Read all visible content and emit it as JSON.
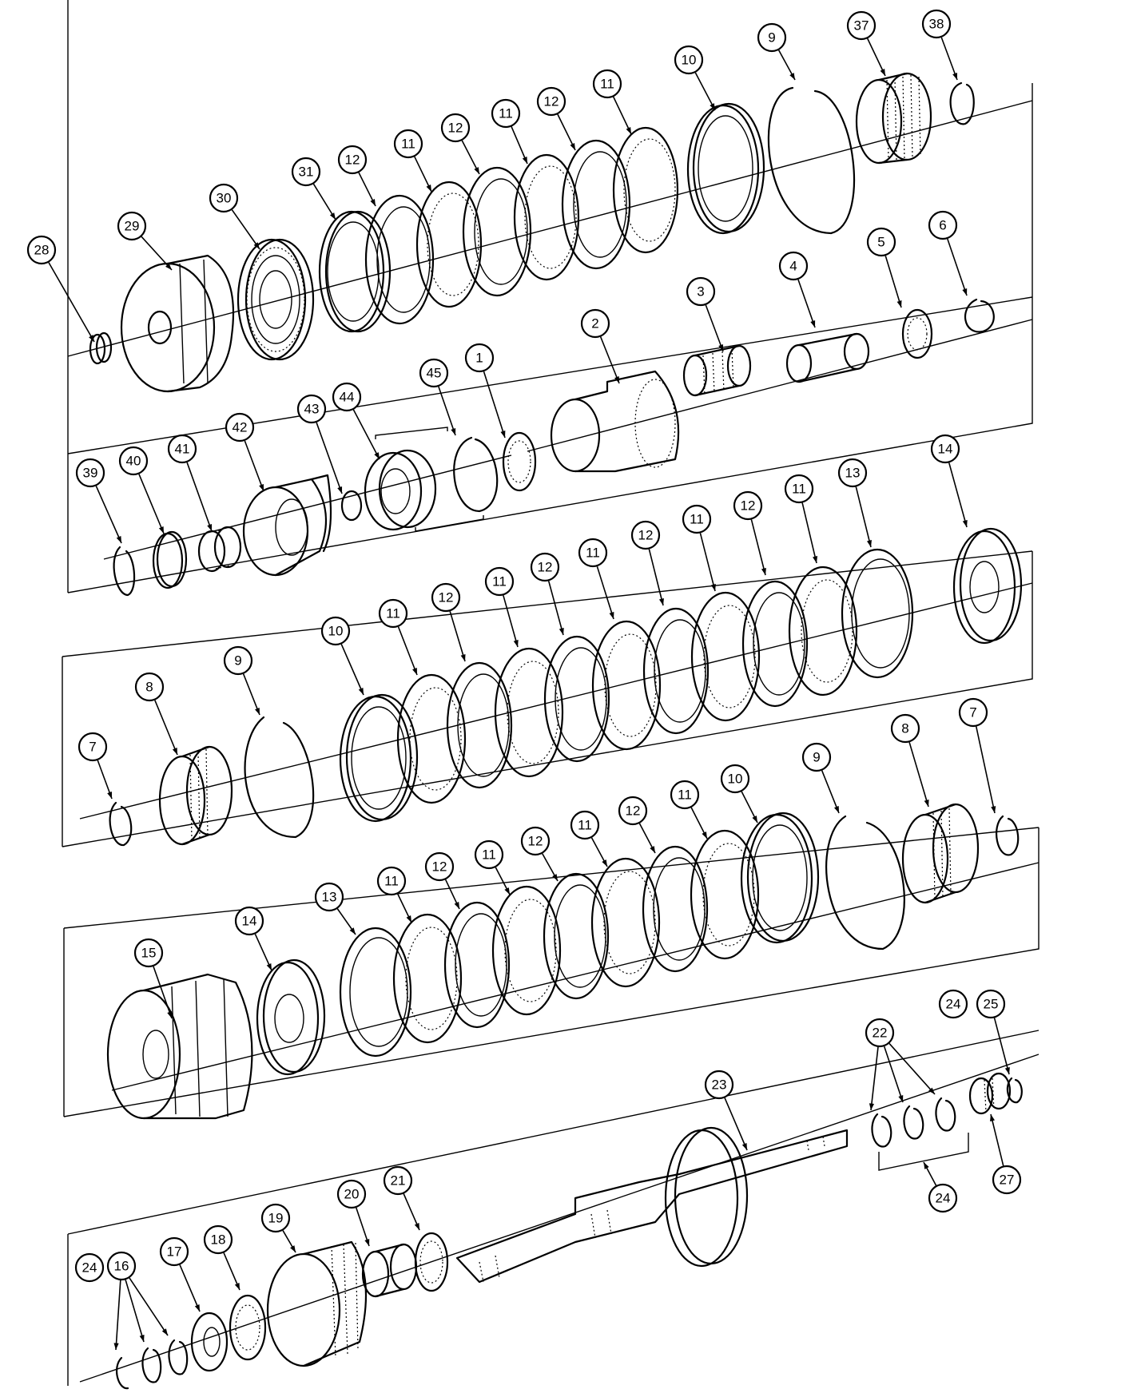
{
  "callouts": [
    {
      "id": "c-28",
      "label": "28"
    },
    {
      "id": "c-29",
      "label": "29"
    },
    {
      "id": "c-30",
      "label": "30"
    },
    {
      "id": "c-31",
      "label": "31"
    },
    {
      "id": "c-12a",
      "label": "12"
    },
    {
      "id": "c-11a",
      "label": "11"
    },
    {
      "id": "c-12b",
      "label": "12"
    },
    {
      "id": "c-11b",
      "label": "11"
    },
    {
      "id": "c-12c",
      "label": "12"
    },
    {
      "id": "c-11c",
      "label": "11"
    },
    {
      "id": "c-10a",
      "label": "10"
    },
    {
      "id": "c-9a",
      "label": "9"
    },
    {
      "id": "c-37",
      "label": "37"
    },
    {
      "id": "c-38",
      "label": "38"
    },
    {
      "id": "c-1",
      "label": "1"
    },
    {
      "id": "c-2",
      "label": "2"
    },
    {
      "id": "c-3",
      "label": "3"
    },
    {
      "id": "c-4",
      "label": "4"
    },
    {
      "id": "c-5",
      "label": "5"
    },
    {
      "id": "c-6",
      "label": "6"
    },
    {
      "id": "c-39",
      "label": "39"
    },
    {
      "id": "c-40",
      "label": "40"
    },
    {
      "id": "c-41",
      "label": "41"
    },
    {
      "id": "c-42",
      "label": "42"
    },
    {
      "id": "c-43",
      "label": "43"
    },
    {
      "id": "c-44",
      "label": "44"
    },
    {
      "id": "c-45",
      "label": "45"
    },
    {
      "id": "c-10b",
      "label": "10"
    },
    {
      "id": "c-11d",
      "label": "11"
    },
    {
      "id": "c-12d",
      "label": "12"
    },
    {
      "id": "c-11e",
      "label": "11"
    },
    {
      "id": "c-12e",
      "label": "12"
    },
    {
      "id": "c-11f",
      "label": "11"
    },
    {
      "id": "c-12f",
      "label": "12"
    },
    {
      "id": "c-11g",
      "label": "11"
    },
    {
      "id": "c-12g",
      "label": "12"
    },
    {
      "id": "c-11h",
      "label": "11"
    },
    {
      "id": "c-13a",
      "label": "13"
    },
    {
      "id": "c-14a",
      "label": "14"
    },
    {
      "id": "c-7a",
      "label": "7"
    },
    {
      "id": "c-8a",
      "label": "8"
    },
    {
      "id": "c-9b",
      "label": "9"
    },
    {
      "id": "c-15",
      "label": "15"
    },
    {
      "id": "c-14b",
      "label": "14"
    },
    {
      "id": "c-13b",
      "label": "13"
    },
    {
      "id": "c-11i",
      "label": "11"
    },
    {
      "id": "c-12h",
      "label": "12"
    },
    {
      "id": "c-11j",
      "label": "11"
    },
    {
      "id": "c-12i",
      "label": "12"
    },
    {
      "id": "c-11k",
      "label": "11"
    },
    {
      "id": "c-12j",
      "label": "12"
    },
    {
      "id": "c-11l",
      "label": "11"
    },
    {
      "id": "c-10c",
      "label": "10"
    },
    {
      "id": "c-9c",
      "label": "9"
    },
    {
      "id": "c-8b",
      "label": "8"
    },
    {
      "id": "c-7b",
      "label": "7"
    },
    {
      "id": "c-24a",
      "label": "24"
    },
    {
      "id": "c-16",
      "label": "16"
    },
    {
      "id": "c-17",
      "label": "17"
    },
    {
      "id": "c-18",
      "label": "18"
    },
    {
      "id": "c-19",
      "label": "19"
    },
    {
      "id": "c-20",
      "label": "20"
    },
    {
      "id": "c-21",
      "label": "21"
    },
    {
      "id": "c-23",
      "label": "23"
    },
    {
      "id": "c-22",
      "label": "22"
    },
    {
      "id": "c-24b",
      "label": "24"
    },
    {
      "id": "c-25",
      "label": "25"
    },
    {
      "id": "c-24c",
      "label": "24"
    },
    {
      "id": "c-27",
      "label": "27"
    }
  ]
}
